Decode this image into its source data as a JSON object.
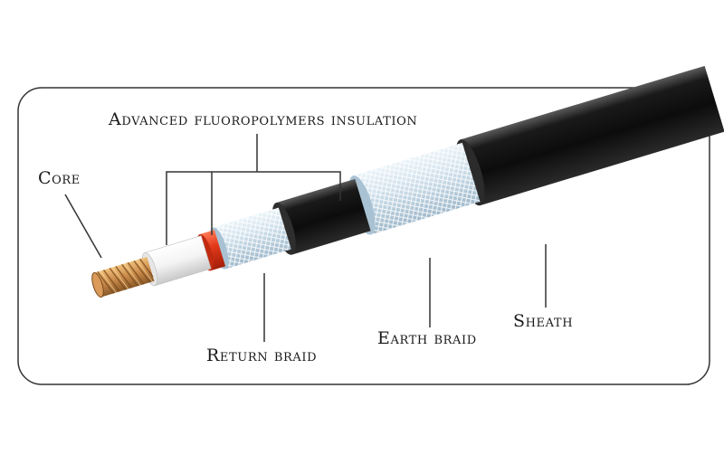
{
  "labels": {
    "insulation": "Advanced fluoropolymers insulation",
    "core": "Core",
    "return_braid": "Return braid",
    "earth_braid": "Earth braid",
    "sheath": "Sheath"
  },
  "colors": {
    "frame": "#333333",
    "core_copper": "#c98a4a",
    "insulation_white": "#f2f2f2",
    "insulation_red": "#e23a1a",
    "braid_blue": "#c9dde9",
    "jacket_black": "#111111"
  }
}
